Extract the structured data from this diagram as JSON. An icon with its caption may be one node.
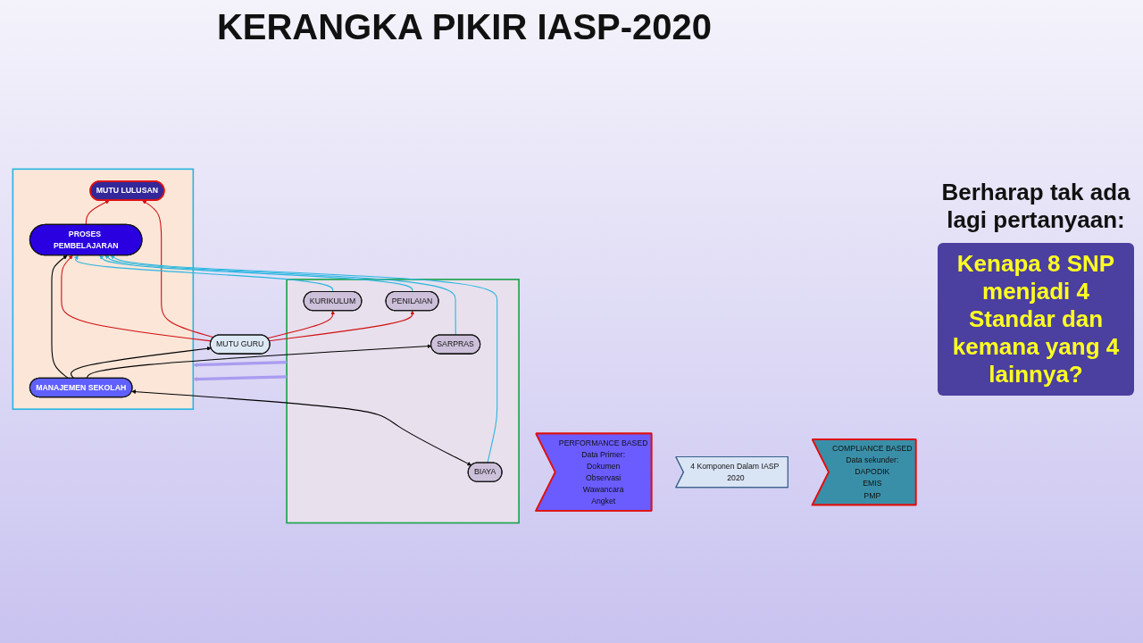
{
  "diagram": {
    "title": "KERANGKA PIKIR IASP-2020",
    "nodes": [
      {
        "text": [
          "PERFORMANCE BASED",
          "Data Primer:",
          "Dokumen",
          "Observasi",
          "Wawancara",
          "Angket"
        ]
      },
      {
        "text": [],
        "shape": "box"
      },
      {
        "text": [
          "MANAJEMEN SEKOLAH"
        ],
        "in": 1
      },
      {
        "text": [
          "PROSES PEMBELAJARAN"
        ],
        "in": 1
      },
      {
        "text": [
          "4 Komponen Dalam IASP 2020"
        ]
      },
      {
        "text": [
          "MUTU LULUSAN"
        ],
        "in": 1
      },
      {
        "text": [
          "MUTU GURU"
        ]
      },
      {
        "text": [
          "COMPLIANCE BASED",
          "Data sekunder:",
          "DAPODIK",
          "EMIS",
          "PMP"
        ]
      },
      {
        "text": [],
        "shape": "box"
      },
      {
        "text": [
          "KURIKULUM"
        ],
        "in": 8
      },
      {
        "text": [
          "BIAYA"
        ],
        "in": 8
      },
      {
        "text": [
          "PENILAIAN"
        ],
        "in": 8
      },
      {
        "text": [
          "SARPRAS"
        ],
        "in": 8
      }
    ],
    "edges": [
      {
        "from": 2,
        "to": 3,
        "arrow": "to",
        "color": "#000000"
      },
      {
        "from": 2,
        "to": 6,
        "arrow": "to",
        "color": "#000000"
      },
      {
        "from": 2,
        "to": 12,
        "arrow": "to",
        "color": "#000000"
      },
      {
        "from": 10,
        "to": 2,
        "arrow": "both",
        "color": "#000000"
      },
      {
        "from": 3,
        "to": 5,
        "arrow": "to"
      },
      {
        "from": 6,
        "to": 3,
        "arrow": "to"
      },
      {
        "from": 6,
        "to": 5,
        "arrow": "to"
      },
      {
        "from": 6,
        "to": 9,
        "arrow": "to"
      },
      {
        "from": 6,
        "to": 11,
        "arrow": "to"
      },
      {
        "from": 9,
        "to": 3,
        "arrow": "to",
        "color": "#29b6e0"
      },
      {
        "from": 11,
        "to": 3,
        "arrow": "to",
        "color": "#29b6e0"
      },
      {
        "from": 12,
        "to": 3,
        "arrow": "to",
        "color": "#29b6e0"
      },
      {
        "from": 10,
        "to": 3,
        "arrow": "to",
        "color": "#29b6e0"
      },
      {
        "from": 8,
        "to": 1,
        "arrow": "to",
        "style": "thick",
        "color": "#a99cf0"
      },
      {
        "from": 8,
        "to": 1,
        "arrow": "to",
        "style": "thick",
        "color": "#a99cf0"
      }
    ],
    "labels": [
      "Berharap tak ada lagi pertanyaan:",
      "Kenapa 8 SNP menjadi 4 Standar dan kemana yang 4 lainnya?"
    ]
  }
}
